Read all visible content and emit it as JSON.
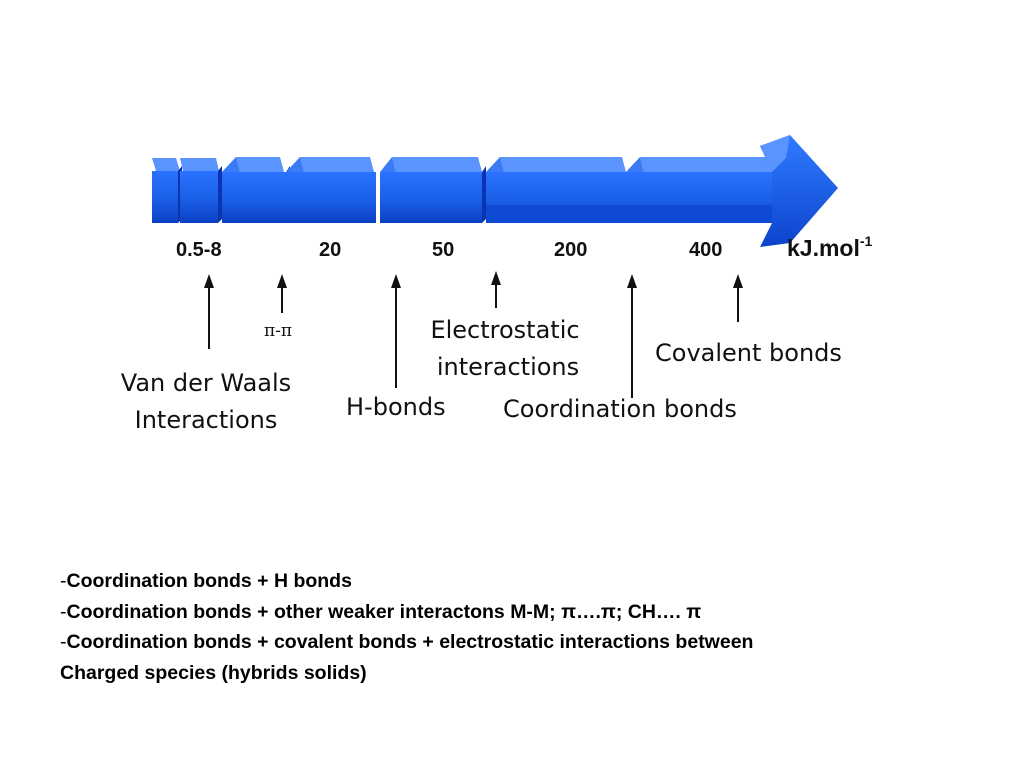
{
  "scale": {
    "values": [
      "0.5-8",
      "20",
      "50",
      "200",
      "400"
    ],
    "unit_base": "kJ.mol",
    "unit_exponent": "-1"
  },
  "categories": {
    "vdw_line1": "Van der Waals",
    "vdw_line2": "Interactions",
    "pi_pi": "π-π",
    "h_bonds": "H-bonds",
    "electrostatic_line1": "Electrostatic",
    "electrostatic_line2": "interactions",
    "coordination": "Coordination bonds",
    "covalent": "Covalent bonds"
  },
  "notes": [
    {
      "dash": "-",
      "text": "Coordination bonds + H bonds"
    },
    {
      "dash": "-",
      "text": "Coordination bonds + other weaker interactons M-M; π….π; CH…. π"
    },
    {
      "dash": "-",
      "text": "Coordination bonds + covalent bonds + electrostatic interactions between"
    },
    {
      "dash": "",
      "text": "Charged species (hybrids solids)"
    }
  ],
  "colors": {
    "arrow_front": "#1a5fe6",
    "arrow_top": "#4f8cff",
    "arrow_side": "#0a35b0",
    "text": "#111111"
  }
}
